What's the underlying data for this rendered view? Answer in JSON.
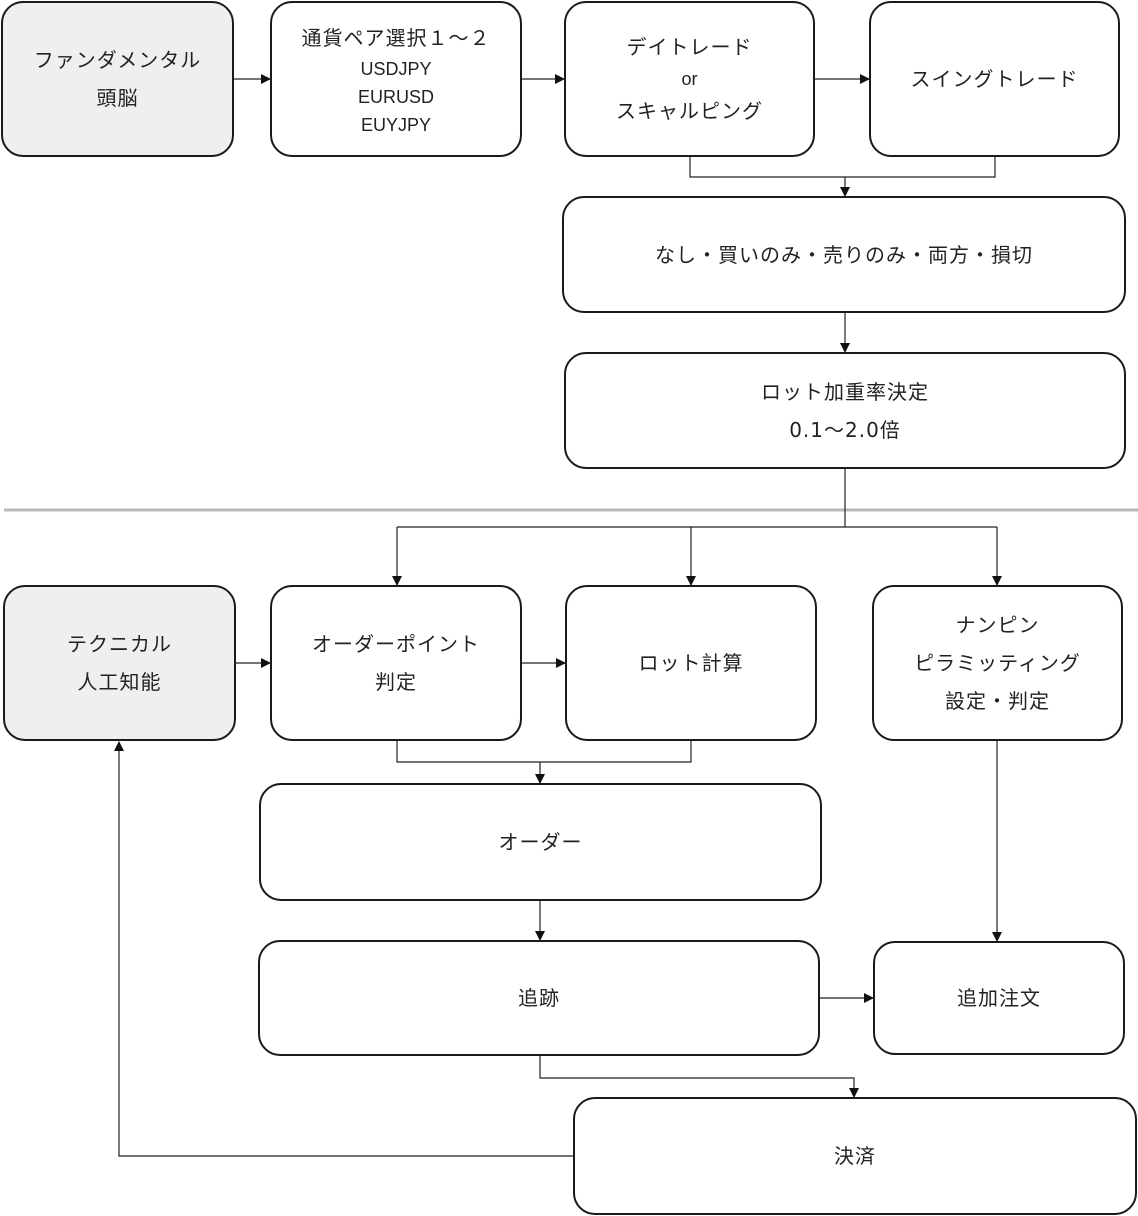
{
  "nodes": {
    "fundamental": {
      "line1": "ファンダメンタル",
      "line2": "頭脳"
    },
    "pair_select": {
      "title": "通貨ペア選択１～２",
      "pairs": [
        "USDJPY",
        "EURUSD",
        "EUYJPY"
      ]
    },
    "daytrade": {
      "line1": "デイトレード",
      "line2": "or",
      "line3": "スキャルピング"
    },
    "swing": {
      "label": "スイングトレード"
    },
    "direction": {
      "label": "なし・買いのみ・売りのみ・両方・損切"
    },
    "lot_weight": {
      "line1": "ロット加重率決定",
      "line2": "0.1～2.0倍"
    },
    "technical": {
      "line1": "テクニカル",
      "line2": "人工知能"
    },
    "order_point": {
      "line1": "オーダーポイント",
      "line2": "判定"
    },
    "lot_calc": {
      "label": "ロット計算"
    },
    "nanpin": {
      "line1": "ナンピン",
      "line2": "ピラミッティング",
      "line3": "設定・判定"
    },
    "order": {
      "label": "オーダー"
    },
    "tracking": {
      "label": "追跡"
    },
    "additional_order": {
      "label": "追加注文"
    },
    "settlement": {
      "label": "決済"
    }
  }
}
